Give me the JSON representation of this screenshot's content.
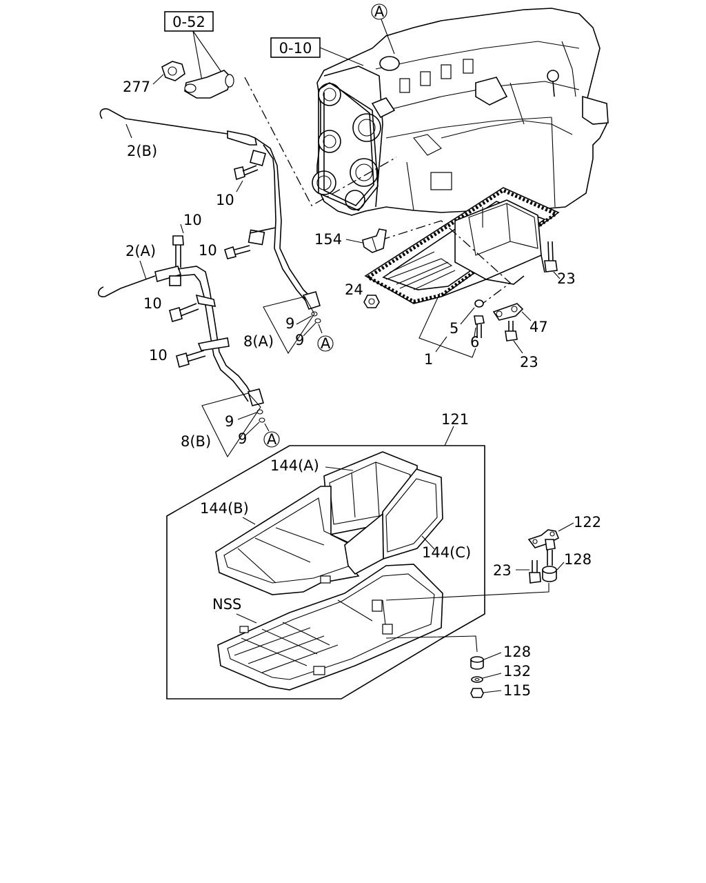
{
  "refs": {
    "ref_0_52": "0-52",
    "ref_0_10": "0-10",
    "marker_a": "A"
  },
  "callouts": {
    "c277": "277",
    "c2b": "2(B)",
    "c10_a": "10",
    "c10_b": "10",
    "c10_c": "10",
    "c10_d": "10",
    "c10_e": "10",
    "c2a": "2(A)",
    "c154": "154",
    "c23_a": "23",
    "c24": "24",
    "c9_a": "9",
    "c9_b": "9",
    "c8a": "8(A)",
    "c5": "5",
    "c6": "6",
    "c47": "47",
    "c1": "1",
    "c23_b": "23",
    "c9_c": "9",
    "c9_d": "9",
    "c8b": "8(B)",
    "c121": "121",
    "c144a": "144(A)",
    "c144b": "144(B)",
    "c144c": "144(C)",
    "c122": "122",
    "c23_c": "23",
    "c128_a": "128",
    "cnss": "NSS",
    "c128_b": "128",
    "c132": "132",
    "c115": "115"
  }
}
